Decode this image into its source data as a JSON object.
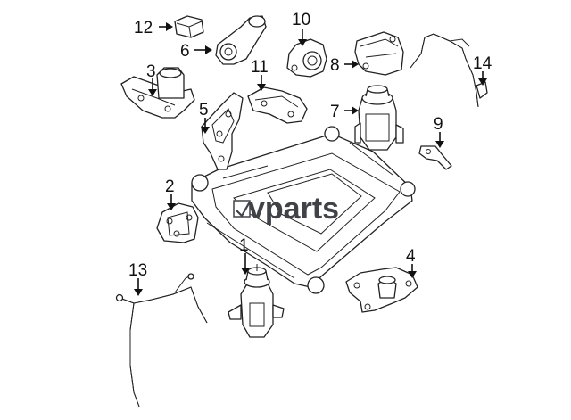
{
  "watermark": {
    "text": "vparts",
    "color": "#3f4248"
  },
  "callouts": [
    {
      "id": "1",
      "part_icon": "insulator-mount"
    },
    {
      "id": "2",
      "part_icon": "engine-bracket"
    },
    {
      "id": "3",
      "part_icon": "mount-bracket-assembly"
    },
    {
      "id": "4",
      "part_icon": "rear-mount-bracket"
    },
    {
      "id": "5",
      "part_icon": "stay-bracket"
    },
    {
      "id": "6",
      "part_icon": "torque-rod"
    },
    {
      "id": "7",
      "part_icon": "insulator-mount"
    },
    {
      "id": "8",
      "part_icon": "mount-assembly"
    },
    {
      "id": "9",
      "part_icon": "small-bracket"
    },
    {
      "id": "10",
      "part_icon": "mount-bushing"
    },
    {
      "id": "11",
      "part_icon": "bracket"
    },
    {
      "id": "12",
      "part_icon": "sensor"
    },
    {
      "id": "13",
      "part_icon": "harness-rod"
    },
    {
      "id": "14",
      "part_icon": "harness-rod"
    }
  ]
}
